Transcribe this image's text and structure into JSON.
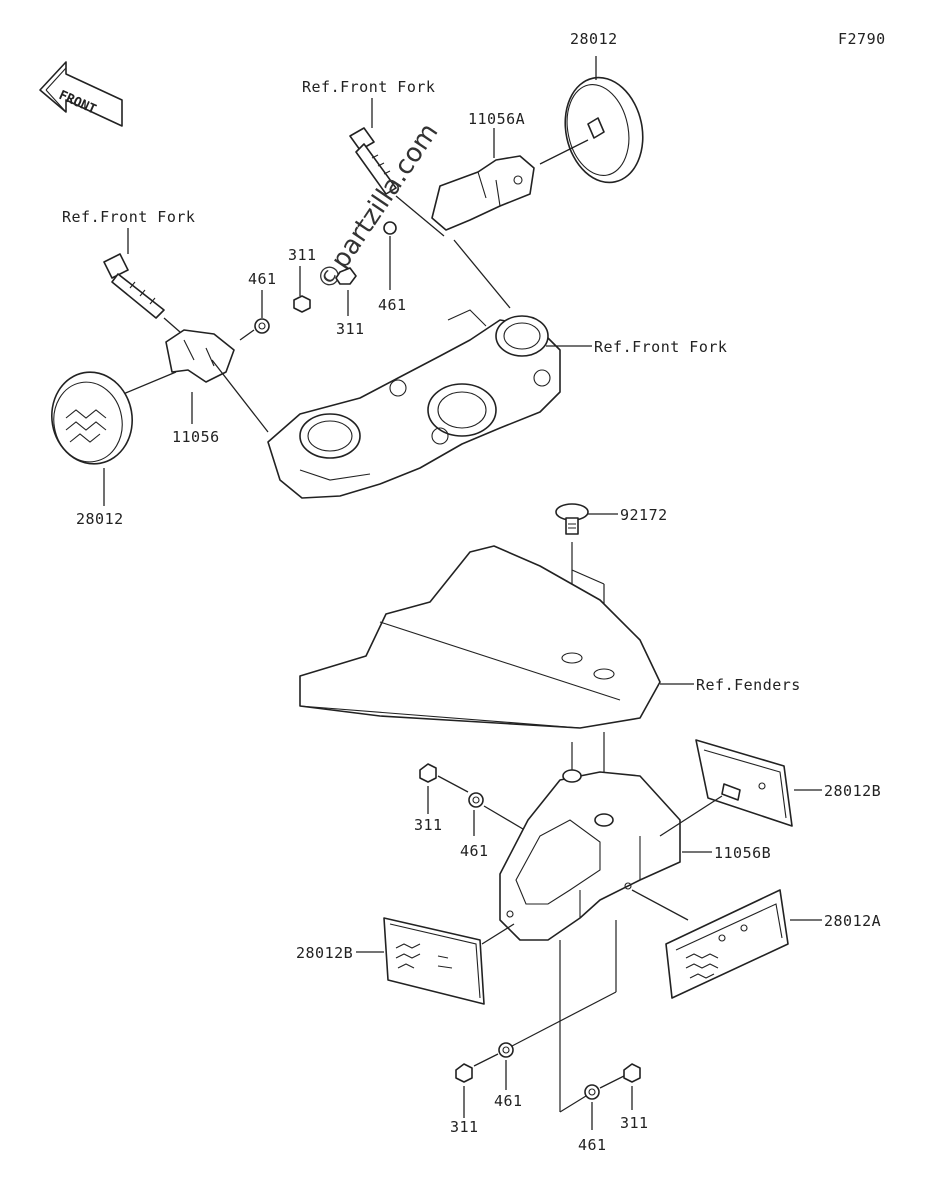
{
  "figure_code": "F2790",
  "front_badge": "FRONT",
  "watermark": "©partzilla.com",
  "callouts": {
    "reflector_top_right": "28012",
    "ref_front_fork_top": "Ref.Front Fork",
    "bracket_right": "11056A",
    "ref_front_fork_left": "Ref.Front Fork",
    "nut_311_a": "311",
    "washer_461_a": "461",
    "nut_311_b": "311",
    "washer_461_b": "461",
    "ref_front_fork_right": "Ref.Front Fork",
    "bracket_left": "11056",
    "reflector_left": "28012",
    "screw_92172": "92172",
    "ref_fenders": "Ref.Fenders",
    "nut_311_c": "311",
    "washer_461_c": "461",
    "reflector_28012B_right": "28012B",
    "bracket_11056B": "11056B",
    "reflector_28012A": "28012A",
    "reflector_28012B_left": "28012B",
    "nut_311_d": "311",
    "washer_461_d": "461",
    "washer_461_e": "461",
    "nut_311_e": "311"
  }
}
